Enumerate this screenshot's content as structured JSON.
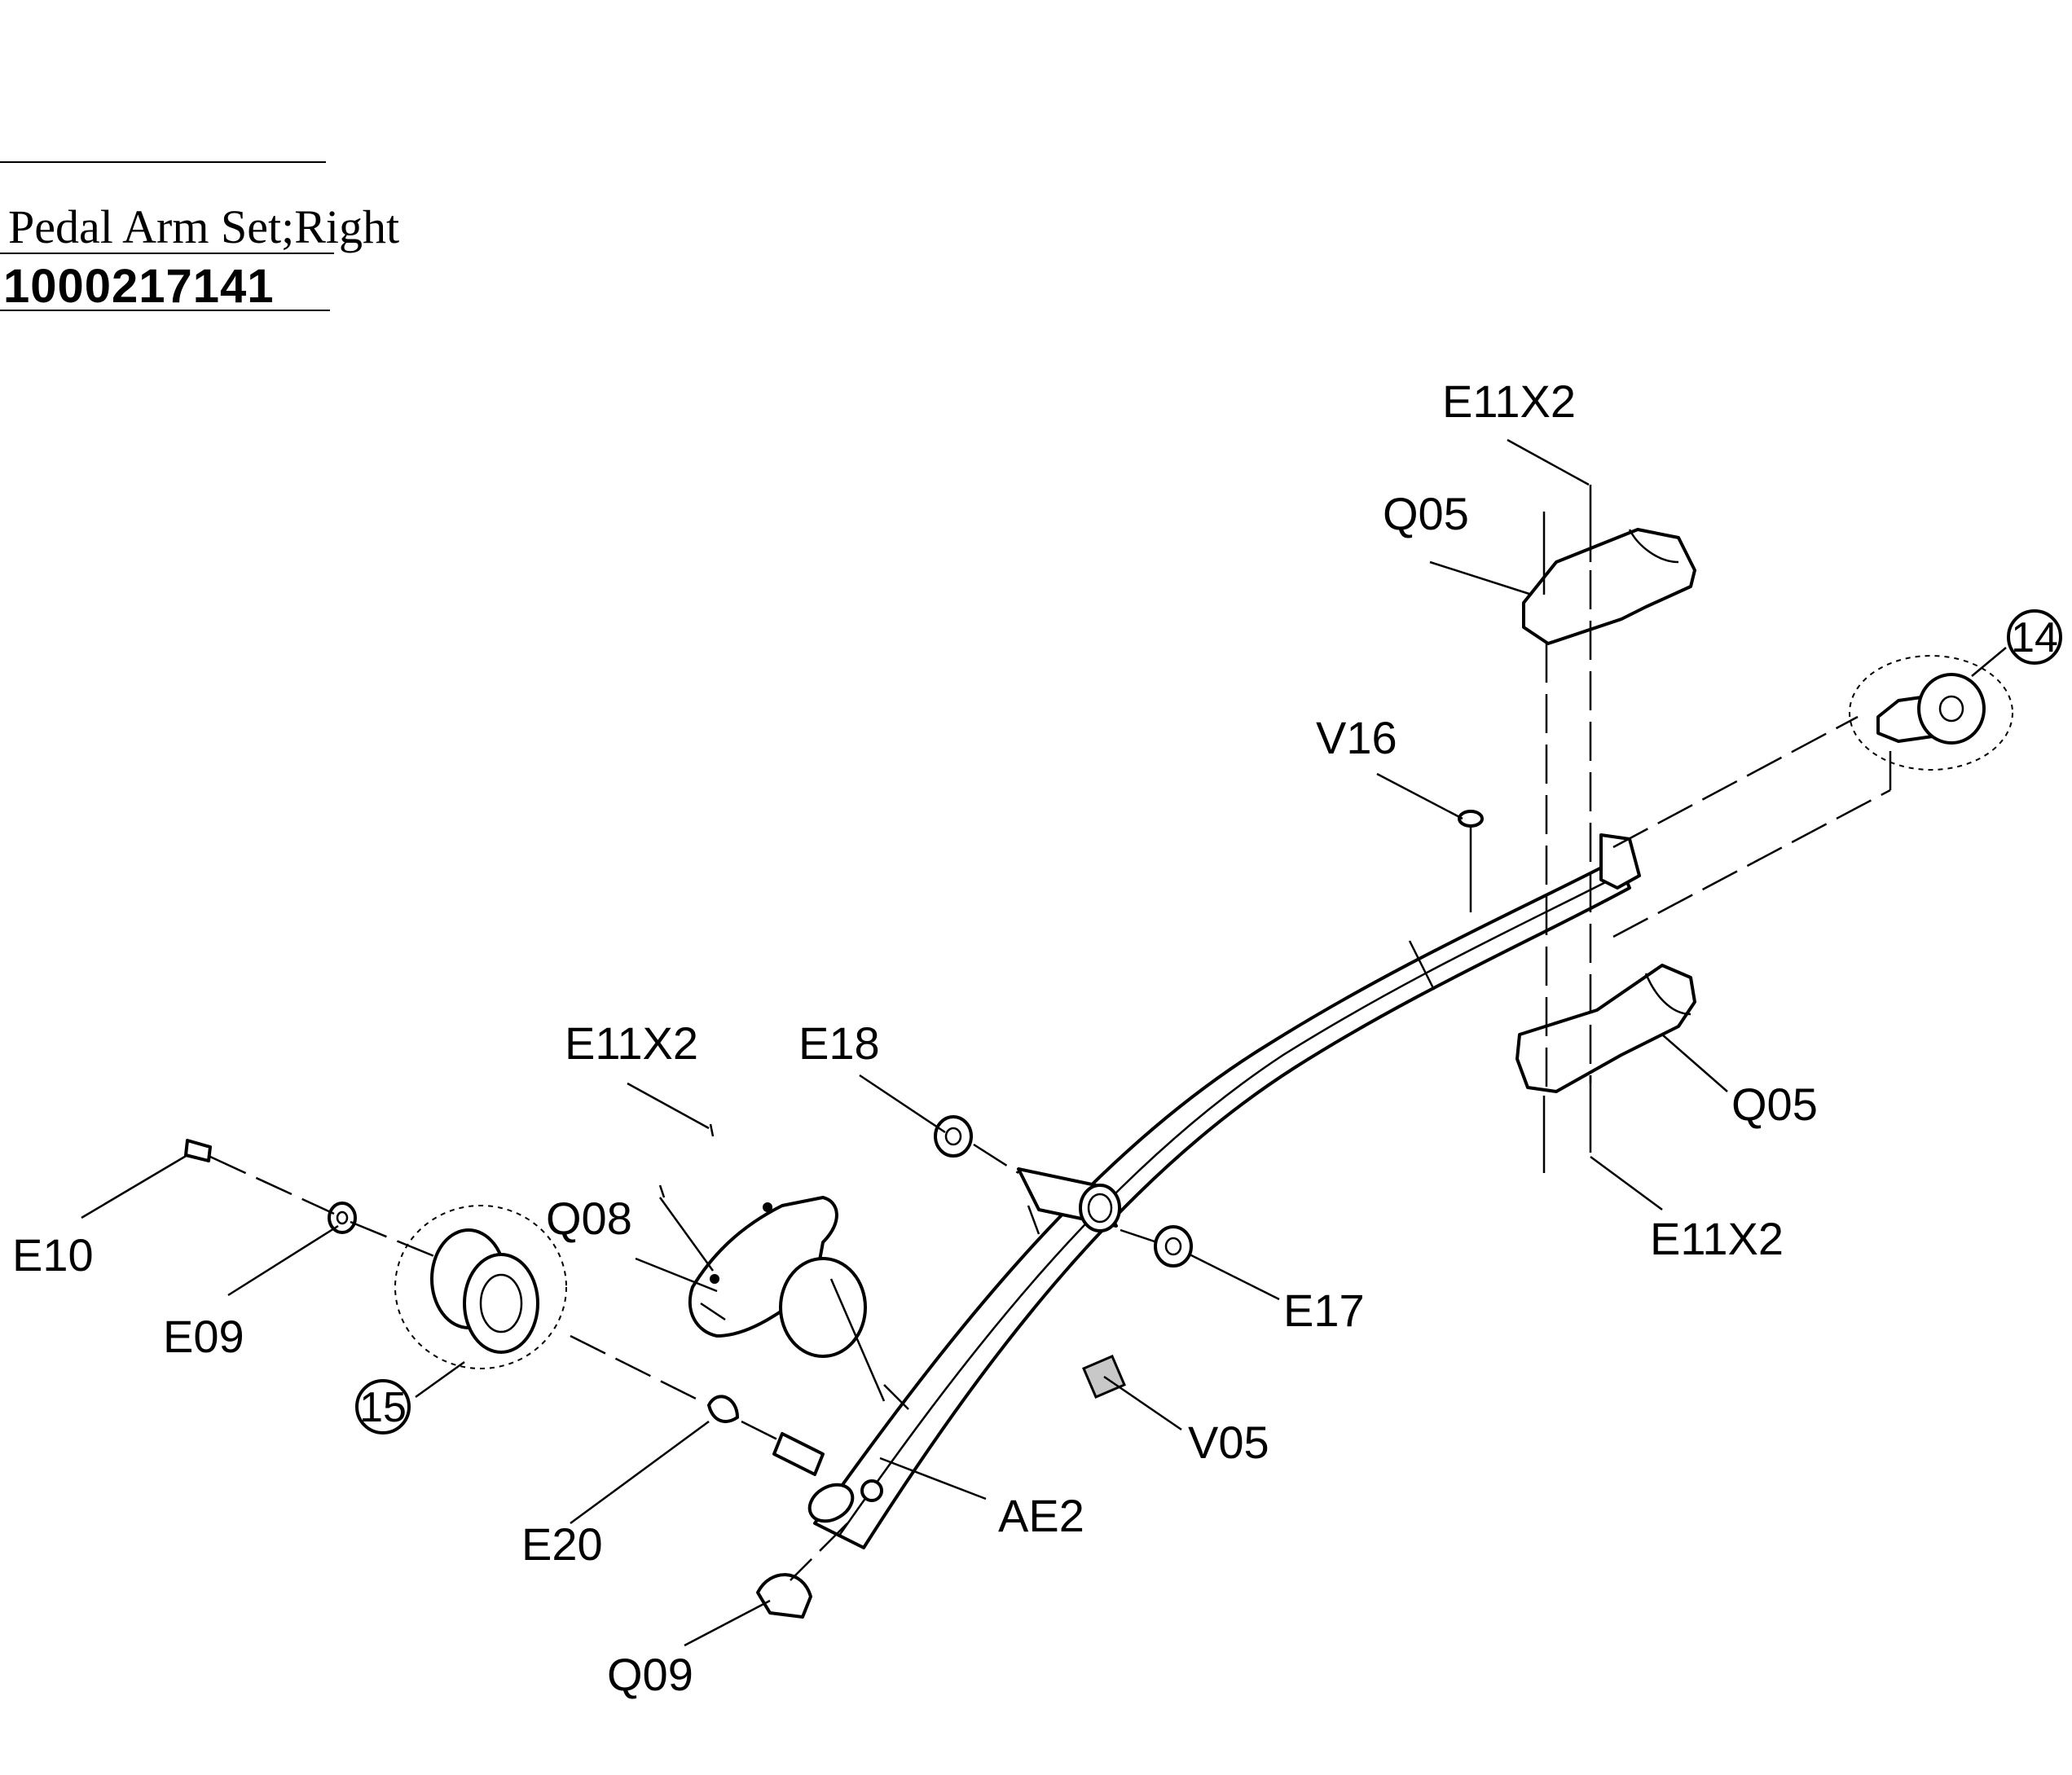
{
  "title": {
    "part_name": "Pedal Arm Set;Right",
    "part_number": "1000217141"
  },
  "callouts": {
    "e11x2_top": "E11X2",
    "q05_top": "Q05",
    "v16": "V16",
    "e11x2_mid": "E11X2",
    "e18": "E18",
    "q08": "Q08",
    "e10": "E10",
    "e09": "E09",
    "e17": "E17",
    "v05": "V05",
    "e20": "E20",
    "ae2": "AE2",
    "q09": "Q09",
    "q05_bottom": "Q05",
    "e11x2_bottom": "E11X2"
  },
  "assemblies": {
    "sub_14": "14",
    "sub_15": "15"
  }
}
